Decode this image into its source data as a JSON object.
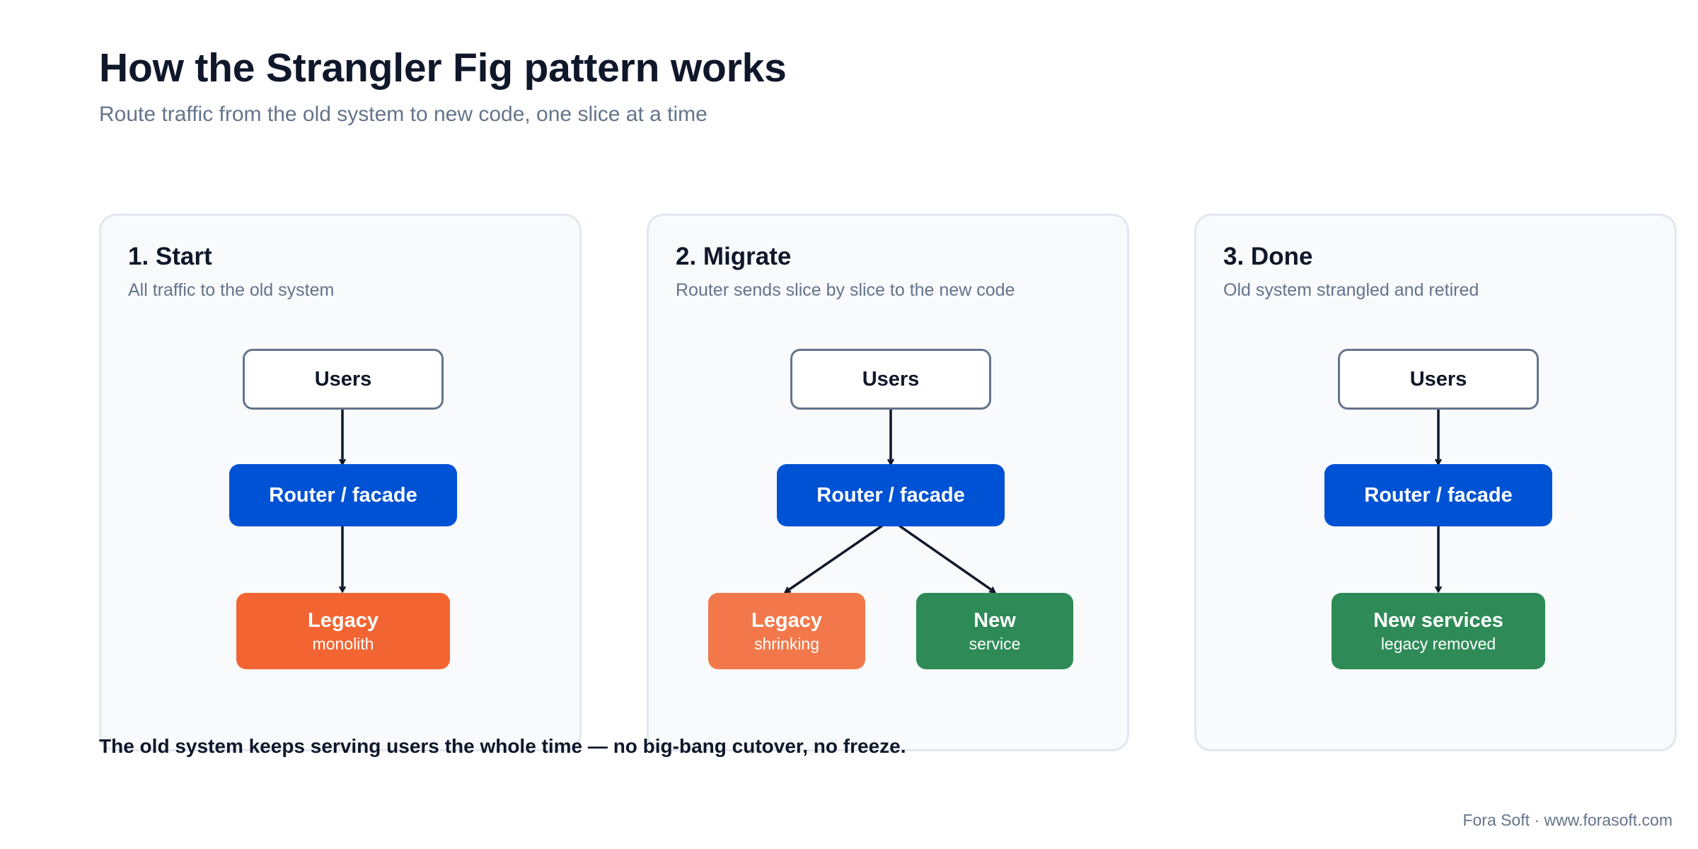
{
  "header": {
    "title": "How the Strangler Fig pattern works",
    "subtitle": "Route traffic from the old system to new code, one slice at a time"
  },
  "panels": [
    {
      "title": "1. Start",
      "subtitle": "All traffic to the old system",
      "users": "Users",
      "router": "Router / facade",
      "targets": [
        {
          "label": "Legacy",
          "sublabel": "monolith"
        }
      ]
    },
    {
      "title": "2. Migrate",
      "subtitle": "Router sends slice by slice to the new code",
      "users": "Users",
      "router": "Router / facade",
      "targets": [
        {
          "label": "Legacy",
          "sublabel": "shrinking"
        },
        {
          "label": "New",
          "sublabel": "service"
        }
      ]
    },
    {
      "title": "3. Done",
      "subtitle": "Old system strangled and retired",
      "users": "Users",
      "router": "Router / facade",
      "targets": [
        {
          "label": "New services",
          "sublabel": "legacy removed"
        }
      ]
    }
  ],
  "note": "The old system keeps serving users the whole time — no big-bang cutover, no freeze.",
  "footer": "Fora Soft · www.forasoft.com",
  "colors": {
    "router": "#0052d4",
    "legacy": "#f26532",
    "legacy_shrinking": "#f2784b",
    "new_service": "#2e8b57",
    "users_border": "#64748b",
    "title": "#0f172a",
    "muted": "#64748b"
  }
}
